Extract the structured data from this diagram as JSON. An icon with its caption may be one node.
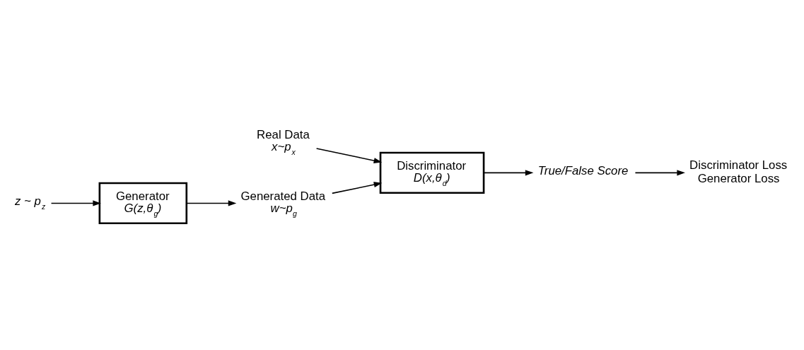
{
  "diagram": {
    "nodes": [
      {
        "text": [
          "Generator",
          "G(z,θ$_{g}$)"
        ]
      },
      {
        "text": [
          "Discriminator",
          "D(x,θ$_{d}$)"
        ]
      },
      {
        "text": [
          "Real Data",
          "x~p$_{x}$"
        ]
      },
      {
        "text": [
          "z ~ p$_{z}$"
        ]
      },
      {
        "text": [
          "Generated Data",
          "w~p$_{g}$"
        ]
      },
      {
        "text": [
          "True/False Score"
        ]
      },
      {
        "text": [
          "Discriminator Loss",
          "Generator Loss"
        ]
      }
    ],
    "edges": [
      {
        "from": 3,
        "to": 0,
        "arrow": "to"
      },
      {
        "from": 0,
        "to": 4,
        "arrow": "to"
      },
      {
        "from": 4,
        "to": 1,
        "arrow": "to"
      },
      {
        "from": 2,
        "to": 1,
        "arrow": "to"
      },
      {
        "from": 1,
        "to": 5,
        "arrow": "to"
      },
      {
        "from": 5,
        "to": 6,
        "arrow": "to"
      }
    ]
  }
}
